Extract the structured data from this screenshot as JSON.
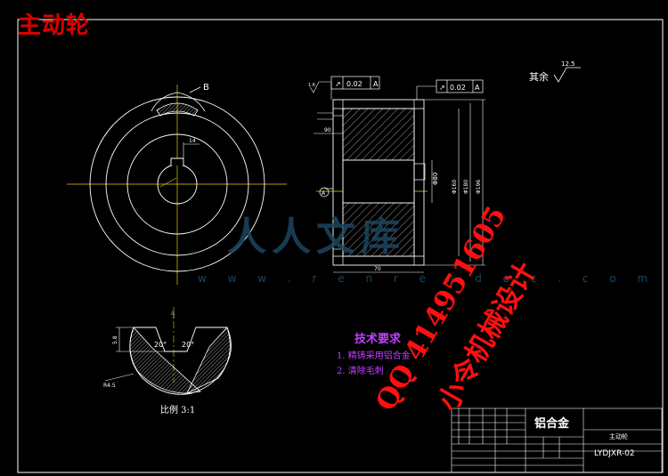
{
  "title": "主动轮",
  "views": {
    "detail_marker": "B",
    "keyway_width": "14",
    "gear_body_hatch": true
  },
  "section_view": {
    "tolerance_frame_1": [
      "↗",
      "0.02",
      "A"
    ],
    "tolerance_frame_2": [
      "↗",
      "0.02",
      "A"
    ],
    "roughness_value": "1.6",
    "left_dim": "90",
    "bore_dim": "Φ80",
    "outer_dims": [
      "Φ160",
      "Φ180",
      "Φ196"
    ],
    "width_dim": "70",
    "datum": "A"
  },
  "roughness_note": {
    "label": "其余",
    "value": "12.5"
  },
  "detail_view": {
    "angle_left": "20°",
    "angle_right": "20°",
    "depth_dim": "5.8",
    "radius_dim": "R4.5",
    "scale_label": "比例 3:1"
  },
  "tech_requirements": {
    "title": "技术要求",
    "items": [
      "1. 精铸采用铝合金",
      "2. 清除毛刺"
    ]
  },
  "watermark": {
    "logo_text": "人人文库",
    "url": "w w w . r e n r e n d o c . c o m"
  },
  "overlay_red": {
    "qq": "QQ 414951605",
    "designer": "小令机械设计"
  },
  "title_block": {
    "material": "铝合金",
    "part_name": "主动轮",
    "drawing_number": "LYDJXR-02"
  }
}
